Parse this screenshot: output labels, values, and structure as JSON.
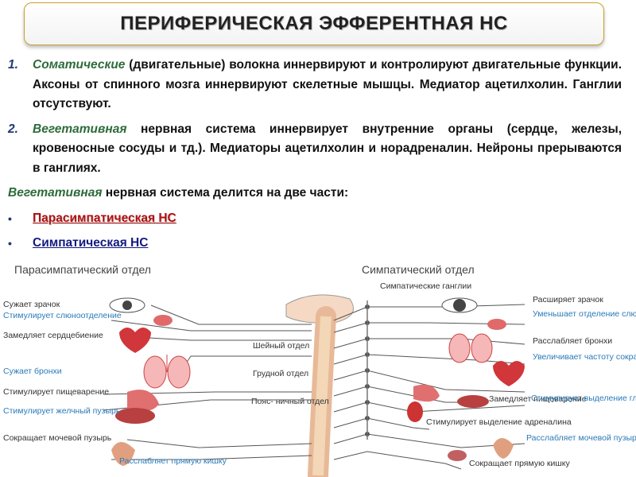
{
  "title": "ПЕРИФЕРИЧЕСКАЯ ЭФФЕРЕНТНАЯ НС",
  "items": [
    {
      "num": "1.",
      "term": "Соматические",
      "text": " (двигательные) волокна иннервируют и контролируют двигательные функции. Аксоны от спинного мозга иннервируют скелетные мышцы. Медиатор ацетилхолин. Ганглии отсутствуют."
    },
    {
      "num": "2.",
      "term": "Вегетативная",
      "text": " нервная система иннервирует внутренние органы (сердце, железы, кровеносные сосуды и тд.). Медиаторы ацетилхолин и норадреналин. Нейроны прерываются в ганглиях."
    }
  ],
  "division": {
    "term": "Вегетативная",
    "text": " нервная система делится на две части:"
  },
  "bullets": [
    "Парасимпатическая НС",
    "Симпатическая НС"
  ],
  "diagram": {
    "left_title": "Парасимпатический отдел",
    "right_title": "Симпатический отдел",
    "ganglia": "Симпатические ганглии",
    "spine": [
      "Шейный отдел",
      "Грудной отдел",
      "Пояс- ничный отдел"
    ],
    "left_labels": [
      "Сужает зрачок",
      "Стимулирует слюноотделение",
      "Замедляет сердцебиение",
      "Сужает бронхи",
      "Стимулирует пищеварение",
      "Стимулирует желчный пузырь",
      "Сокращает мочевой пузырь",
      "Расслабляет прямую кишку"
    ],
    "right_labels": [
      "Расширяет зрачок",
      "Уменьшает отделение слюны",
      "Расслабляет бронхи",
      "Увеличивает частоту сокращений сердца",
      "Замедляет пищеварение",
      "Стимулирует выделение глюкозы",
      "Стимулирует выделение адреналина",
      "Расслабляет мочевой пузырь",
      "Сокращает прямую кишку"
    ]
  }
}
